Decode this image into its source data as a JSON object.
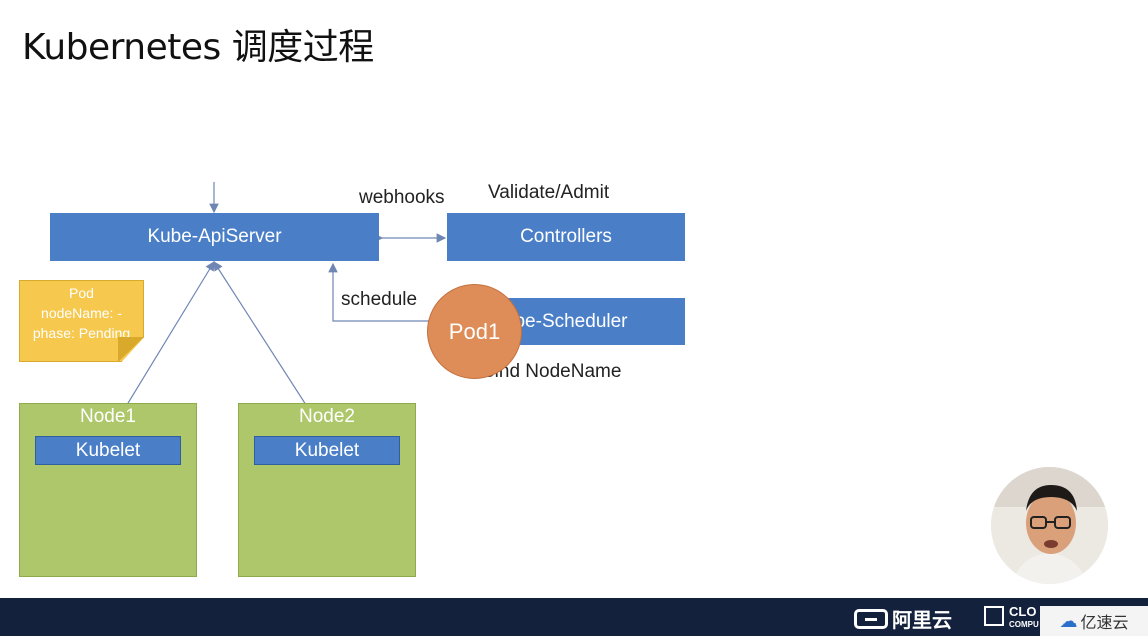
{
  "title": "Kubernetes 调度过程",
  "diagram": {
    "apiserver": "Kube-ApiServer",
    "controllers": "Controllers",
    "scheduler": "be-Scheduler",
    "webhooks": "webhooks",
    "validate_admit": "Validate/Admit",
    "schedule": "schedule",
    "bind_nodename": "Bind NodeName",
    "pod1": "Pod1",
    "note": {
      "line1": "Pod",
      "line2": "nodeName: -",
      "line3": "phase: Pending"
    },
    "nodes": [
      {
        "name": "Node1",
        "kubelet": "Kubelet"
      },
      {
        "name": "Node2",
        "kubelet": "Kubelet"
      }
    ]
  },
  "footer": {
    "aliyun": "阿里云",
    "cloud_line1": "CLO",
    "cloud_line2": "COMPU",
    "watermark": "亿速云"
  },
  "colors": {
    "box_blue": "#4a7fc8",
    "node_green": "#adc76a",
    "pod_orange": "#de8c58",
    "note_yellow": "#f6c84e",
    "footer_bg": "#14213d"
  }
}
